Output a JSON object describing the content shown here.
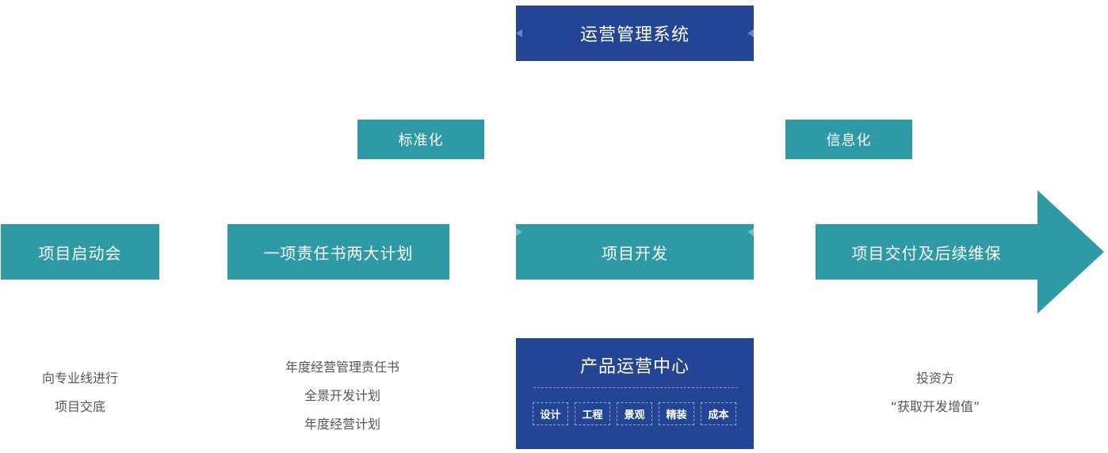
{
  "diagram": {
    "top": {
      "label": "运营管理系统",
      "color": "#244596"
    },
    "pillars": [
      {
        "label": "标准化"
      },
      {
        "label": "信息化"
      }
    ],
    "stages": [
      {
        "label": "项目启动会"
      },
      {
        "label": "一项责任书两大计划"
      },
      {
        "label": "项目开发"
      },
      {
        "label": "项目交付及后续维保"
      }
    ],
    "notes": {
      "kickoff": [
        "向专业线进行",
        "项目交底"
      ],
      "plans": [
        "年度经营管理责任书",
        "全景开发计划",
        "年度经营计划"
      ],
      "delivery": [
        "投资方",
        "“获取开发增值”"
      ]
    },
    "product_center": {
      "title": "产品运营中心",
      "tags": [
        "设计",
        "工程",
        "景观",
        "精装",
        "成本"
      ]
    },
    "colors": {
      "teal": "#2d9aa6",
      "navy": "#244596",
      "note_text": "#555555"
    }
  }
}
